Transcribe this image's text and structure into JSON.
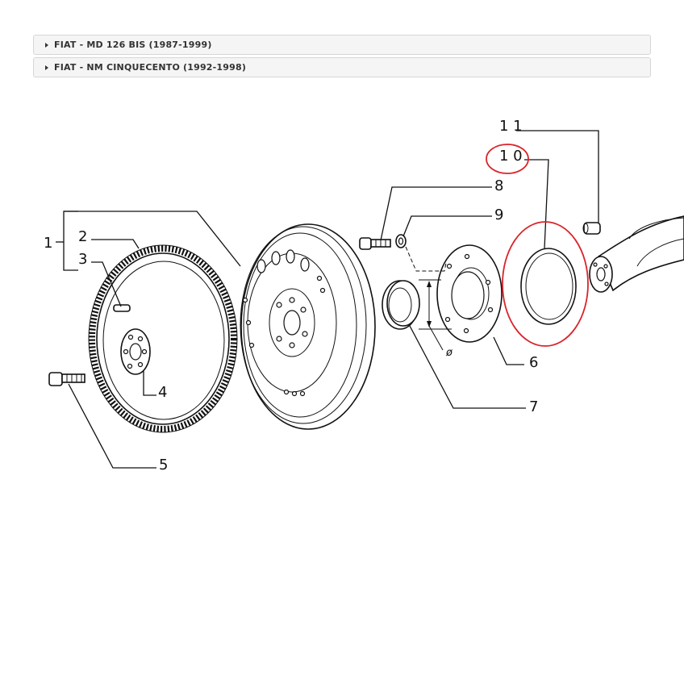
{
  "accordion": [
    {
      "label": "FIAT - MD 126 BIS (1987-1999)"
    },
    {
      "label": "FIAT - NM CINQUECENTO (1992-1998)"
    }
  ],
  "diagram": {
    "callouts": [
      "1",
      "2",
      "3",
      "4",
      "5",
      "6",
      "7",
      "8",
      "9",
      "1 0",
      "1 1"
    ],
    "diameter_symbol": "ø",
    "highlight_color": "#d9242b"
  }
}
